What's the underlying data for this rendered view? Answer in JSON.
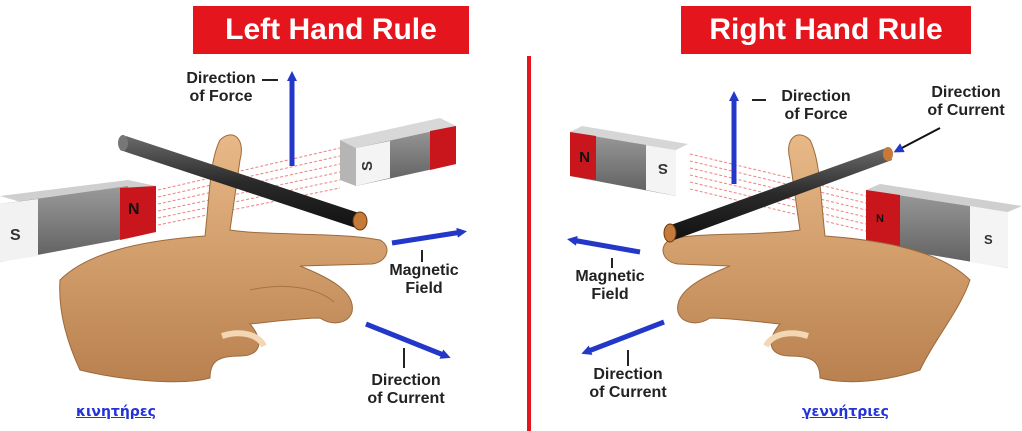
{
  "left_panel": {
    "title": "Left Hand Rule",
    "force_label": [
      "Direction",
      "of Force"
    ],
    "field_label": [
      "Magnetic",
      "Field"
    ],
    "current_label": [
      "Direction",
      "of Current"
    ],
    "magnet_south": "S",
    "magnet_north": "N",
    "magnet_far_south": "S",
    "link_text": "κινητήρες"
  },
  "right_panel": {
    "title": "Right Hand Rule",
    "force_label": [
      "Direction",
      "of Force"
    ],
    "current_label_top": [
      "Direction",
      "of Current"
    ],
    "field_label": [
      "Magnetic",
      "Field"
    ],
    "current_label_bottom": [
      "Direction",
      "of Current"
    ],
    "magnet_far_north": "N",
    "magnet_far_south": "S",
    "magnet_near_north": "N",
    "magnet_near_south": "S",
    "link_text": "γεννήτριες"
  },
  "colors": {
    "title_bg": "#e4151c",
    "arrow": "#2338c9",
    "magnet_red": "#c8161c",
    "skin": "#d9a06f",
    "rod": "#3a3a3a",
    "field_lines": "#f08080"
  },
  "icons": [
    "blue-arrow-icon",
    "hand-illustration",
    "bar-magnet-icon",
    "copper-rod-icon"
  ]
}
